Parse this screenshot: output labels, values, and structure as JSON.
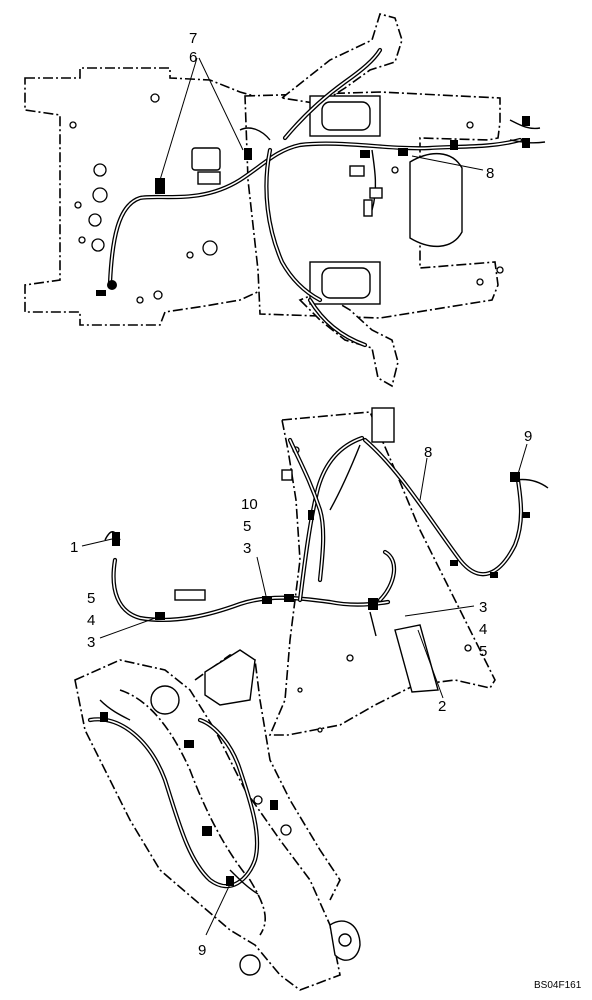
{
  "figure_id": "BS04F161",
  "callouts": {
    "top_7": "7",
    "top_6": "6",
    "top_8": "8",
    "mid_9": "9",
    "mid_8": "8",
    "mid_10": "10",
    "mid_5a": "5",
    "mid_3a": "3",
    "mid_1": "1",
    "mid_5b": "5",
    "mid_4a": "4",
    "mid_3b": "3",
    "mid_3c": "3",
    "mid_4b": "4",
    "mid_5c": "5",
    "mid_2": "2",
    "bottom_9": "9"
  }
}
